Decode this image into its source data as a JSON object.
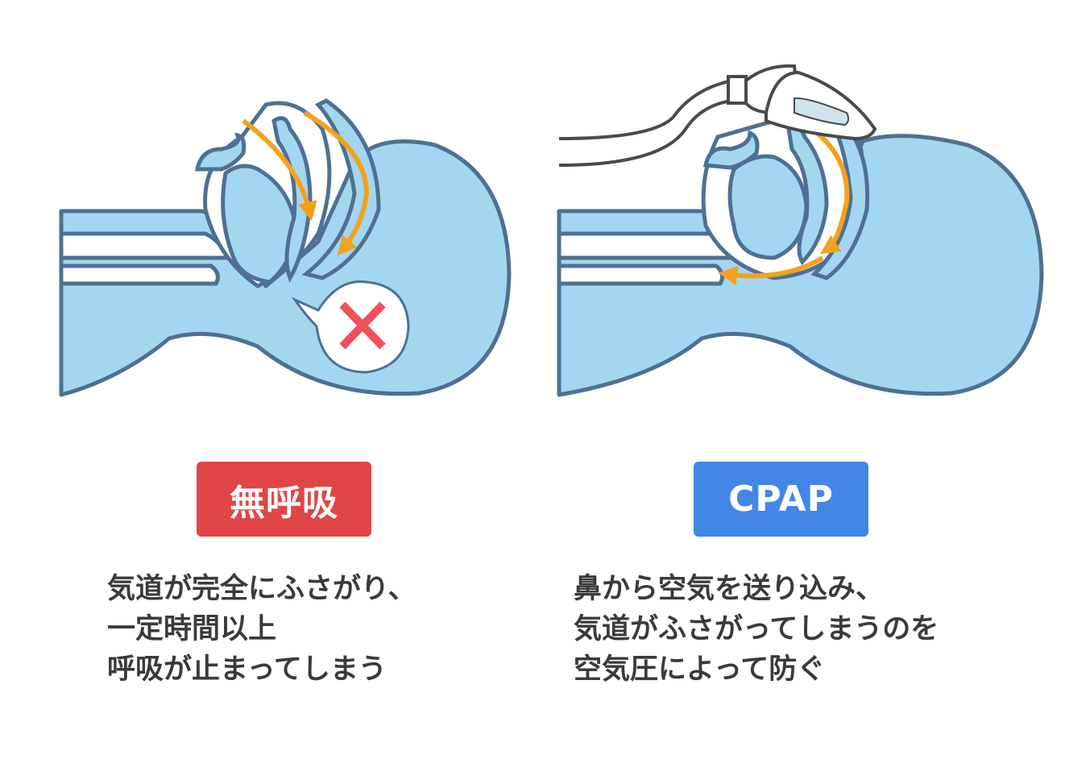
{
  "colors": {
    "skin": "#a3d7f0",
    "outline": "#4e7094",
    "arrow": "#f5a11c",
    "apnea_red": "#e04646",
    "cpap_blue": "#4287e6",
    "x_mark": "#f0515a",
    "device_outline": "#4a4a4a",
    "text": "#3a3a3a"
  },
  "icons": {
    "left_figure": "airway-obstructed-diagram",
    "right_figure": "airway-cpap-diagram",
    "blocked_mark": "cross-mark-icon",
    "mask": "cpap-mask-icon"
  },
  "left": {
    "badge": "無呼吸",
    "caption": [
      "気道が完全にふさがり、",
      "一定時間以上",
      "呼吸が止まってしまう"
    ]
  },
  "right": {
    "badge": "CPAP",
    "caption": [
      "鼻から空気を送り込み、",
      "気道がふさがってしまうのを",
      "空気圧によって防ぐ"
    ]
  }
}
